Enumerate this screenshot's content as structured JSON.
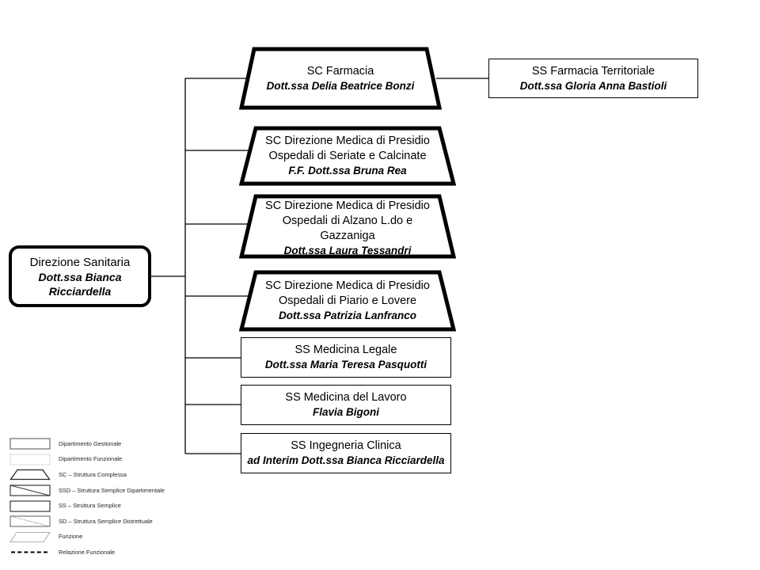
{
  "chart": {
    "kind": "organizational-chart",
    "title": "Direzione Sanitaria organigramma",
    "colors": {
      "line": "#000000",
      "node_border": "#000000",
      "node_fill": "#ffffff",
      "legend_text": "#231f20",
      "legend_muted_border": "#bfbfbf"
    }
  },
  "root": {
    "shape": "rounded-rect",
    "title": "Direzione Sanitaria",
    "person": "Dott.ssa Bianca Ricciardella"
  },
  "branches": [
    {
      "id": "sc-farmacia",
      "shape": "trapezoid",
      "type": "SC",
      "title": "SC Farmacia",
      "person": "Dott.ssa Delia Beatrice Bonzi"
    },
    {
      "id": "sc-dmp-seriate-calcinate",
      "shape": "trapezoid",
      "type": "SC",
      "title": "SC Direzione Medica di Presidio\nOspedali di Seriate e Calcinate",
      "person": "F.F. Dott.ssa Bruna Rea"
    },
    {
      "id": "sc-dmp-alzano-gazzaniga",
      "shape": "trapezoid",
      "type": "SC",
      "title": "SC Direzione Medica di Presidio\nOspedali di Alzano L.do e\nGazzaniga",
      "person": "Dott.ssa Laura Tessandri"
    },
    {
      "id": "sc-dmp-piario-lovere",
      "shape": "trapezoid",
      "type": "SC",
      "title": "SC Direzione Medica di Presidio\nOspedali di Piario e Lovere",
      "person": "Dott.ssa Patrizia Lanfranco"
    },
    {
      "id": "ss-medicina-legale",
      "shape": "rect",
      "type": "SS",
      "title": "SS Medicina Legale",
      "person": "Dott.ssa Maria Teresa Pasquotti"
    },
    {
      "id": "ss-medicina-del-lavoro",
      "shape": "rect",
      "type": "SS",
      "title": "SS Medicina del Lavoro",
      "person": "Flavia Bigoni"
    },
    {
      "id": "ss-ingegneria-clinica",
      "shape": "rect",
      "type": "SS",
      "title": "SS Ingegneria Clinica",
      "person": "ad Interim Dott.ssa Bianca Ricciardella"
    }
  ],
  "sub_branches": [
    {
      "id": "ss-farmacia-territoriale",
      "parent": "sc-farmacia",
      "shape": "rect",
      "type": "SS",
      "title": "SS Farmacia Territoriale",
      "person": "Dott.ssa Gloria Anna Bastioli"
    }
  ],
  "legend": {
    "items": [
      {
        "key": "dipartimento-gestionale",
        "swatch": "rect-solid",
        "label": "Dipartimento Gestionale"
      },
      {
        "key": "dipartimento-funzionale",
        "swatch": "rect-dotted",
        "label": "Dipartimento Funzionale"
      },
      {
        "key": "sc-struttura-complessa",
        "swatch": "trapezoid",
        "label": "SC – Struttura Complessa"
      },
      {
        "key": "ssd-struttura-semplice-dipartimentale",
        "swatch": "rect-diagonal-solid",
        "label": "SSD – Struttura Semplice Dipartimentale"
      },
      {
        "key": "ss-struttura-semplice",
        "swatch": "rect-plain",
        "label": "SS – Struttura Semplice"
      },
      {
        "key": "sd-struttura-semplice-distrettuale",
        "swatch": "rect-diagonal-dotted",
        "label": "SD – Struttura Semplice Distrettuale"
      },
      {
        "key": "funzione",
        "swatch": "parallelogram",
        "label": "Funzione"
      },
      {
        "key": "relazione-funzionale",
        "swatch": "dashed-line",
        "label": "Relazione Funzionale"
      }
    ]
  }
}
